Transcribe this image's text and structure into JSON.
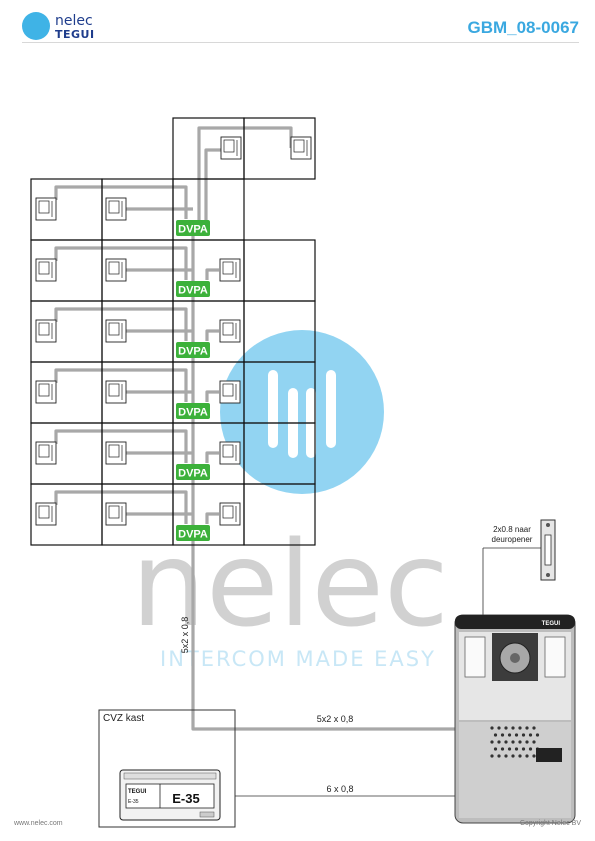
{
  "brand": {
    "name": "nelec",
    "sub": "TEGUI"
  },
  "doc_code": "GBM_08-0067",
  "module_label": "DVPA",
  "labels": {
    "riser": "5x2 x 0,8",
    "horizontal": "5x2 x 0,8",
    "supply": "6 x 0,8",
    "door_line1": "2x0.8 naar",
    "door_line2": "deuropener",
    "cabinet": "CVZ kast"
  },
  "psu": {
    "brand": "TEGUI",
    "model": "E-35",
    "model_small": "E-35"
  },
  "panel": {
    "brand": "TEGUI"
  },
  "watermark": {
    "name": "nelec",
    "tagline": "INTERCOM MADE EASY"
  },
  "footer": {
    "left": "www.nelec.com",
    "right": "Copyright Nelec BV"
  },
  "colors": {
    "accent": "#3aa8e0",
    "module": "#3cb13a",
    "cable": "#a8a8a8"
  }
}
